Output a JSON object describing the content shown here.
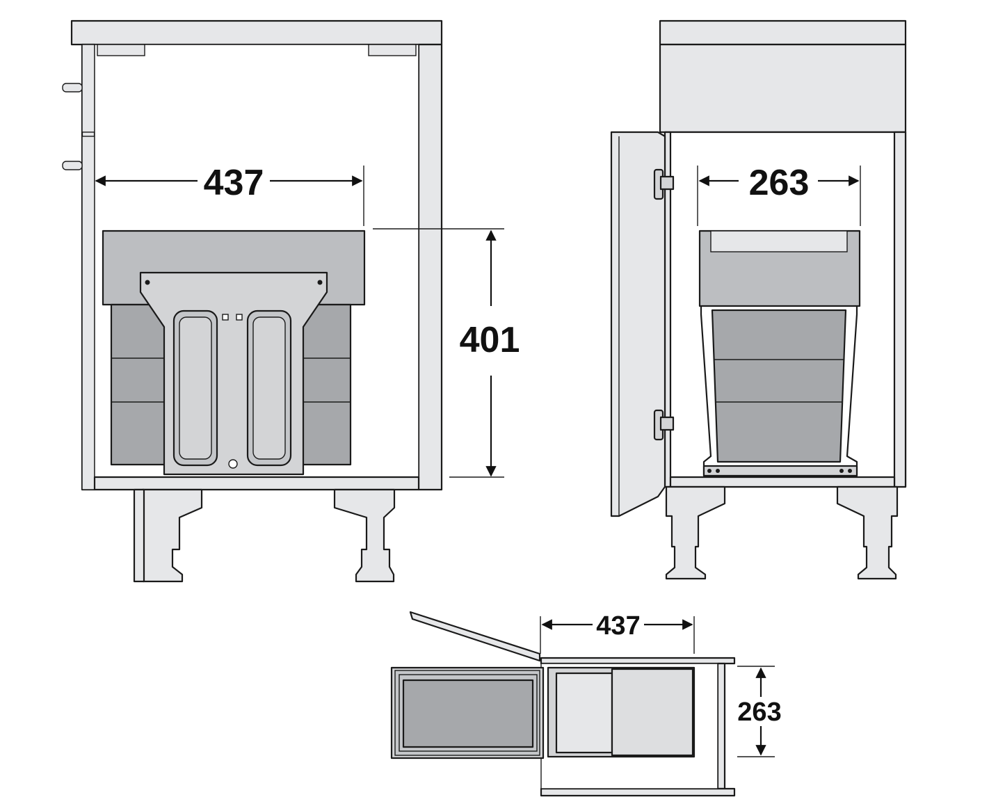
{
  "front_view": {
    "width_label": "437",
    "height_label": "401"
  },
  "side_view": {
    "depth_label": "263"
  },
  "top_view": {
    "width_label": "437",
    "depth_label": "263"
  },
  "colors": {
    "cabinet": "#e6e7e9",
    "bin_dark": "#a6a8ab",
    "bin_mid": "#b7b9bc",
    "bin_light": "#cbcccf",
    "frame": "#d3d4d6",
    "line": "#1a1a1a"
  }
}
